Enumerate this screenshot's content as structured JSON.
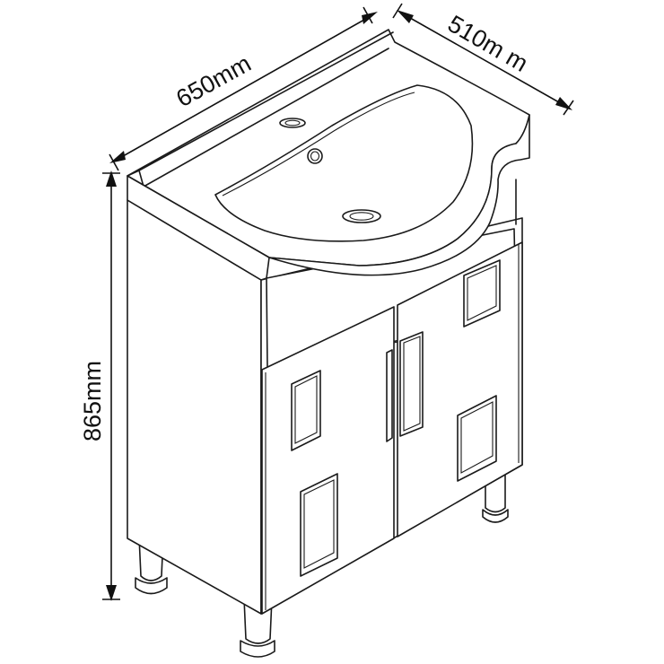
{
  "dimensions": {
    "width_label": "650mm",
    "depth_label": "510m m",
    "height_label": "865mm"
  }
}
